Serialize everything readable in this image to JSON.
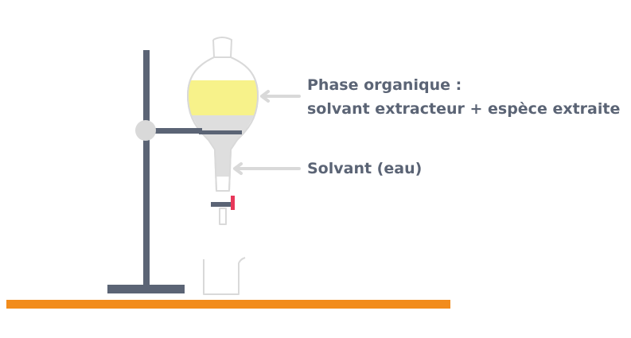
{
  "labels": {
    "organic_phase_line1": "Phase organique :",
    "organic_phase_line2": "solvant extracteur + espèce extraite",
    "aqueous_phase": "Solvant (eau)"
  },
  "colors": {
    "organic_phase": "#f7f28a",
    "aqueous_phase": "#dedede",
    "stand": "#5b6475",
    "glass_outline": "#d9d9d9",
    "bench": "#f28c1c",
    "stopcock_handle": "#e8385a",
    "arrow": "#d9d9d9",
    "text": "#5b6475"
  },
  "components": [
    "retort-stand",
    "separatory-funnel",
    "stopcock",
    "beaker",
    "lab-bench"
  ]
}
